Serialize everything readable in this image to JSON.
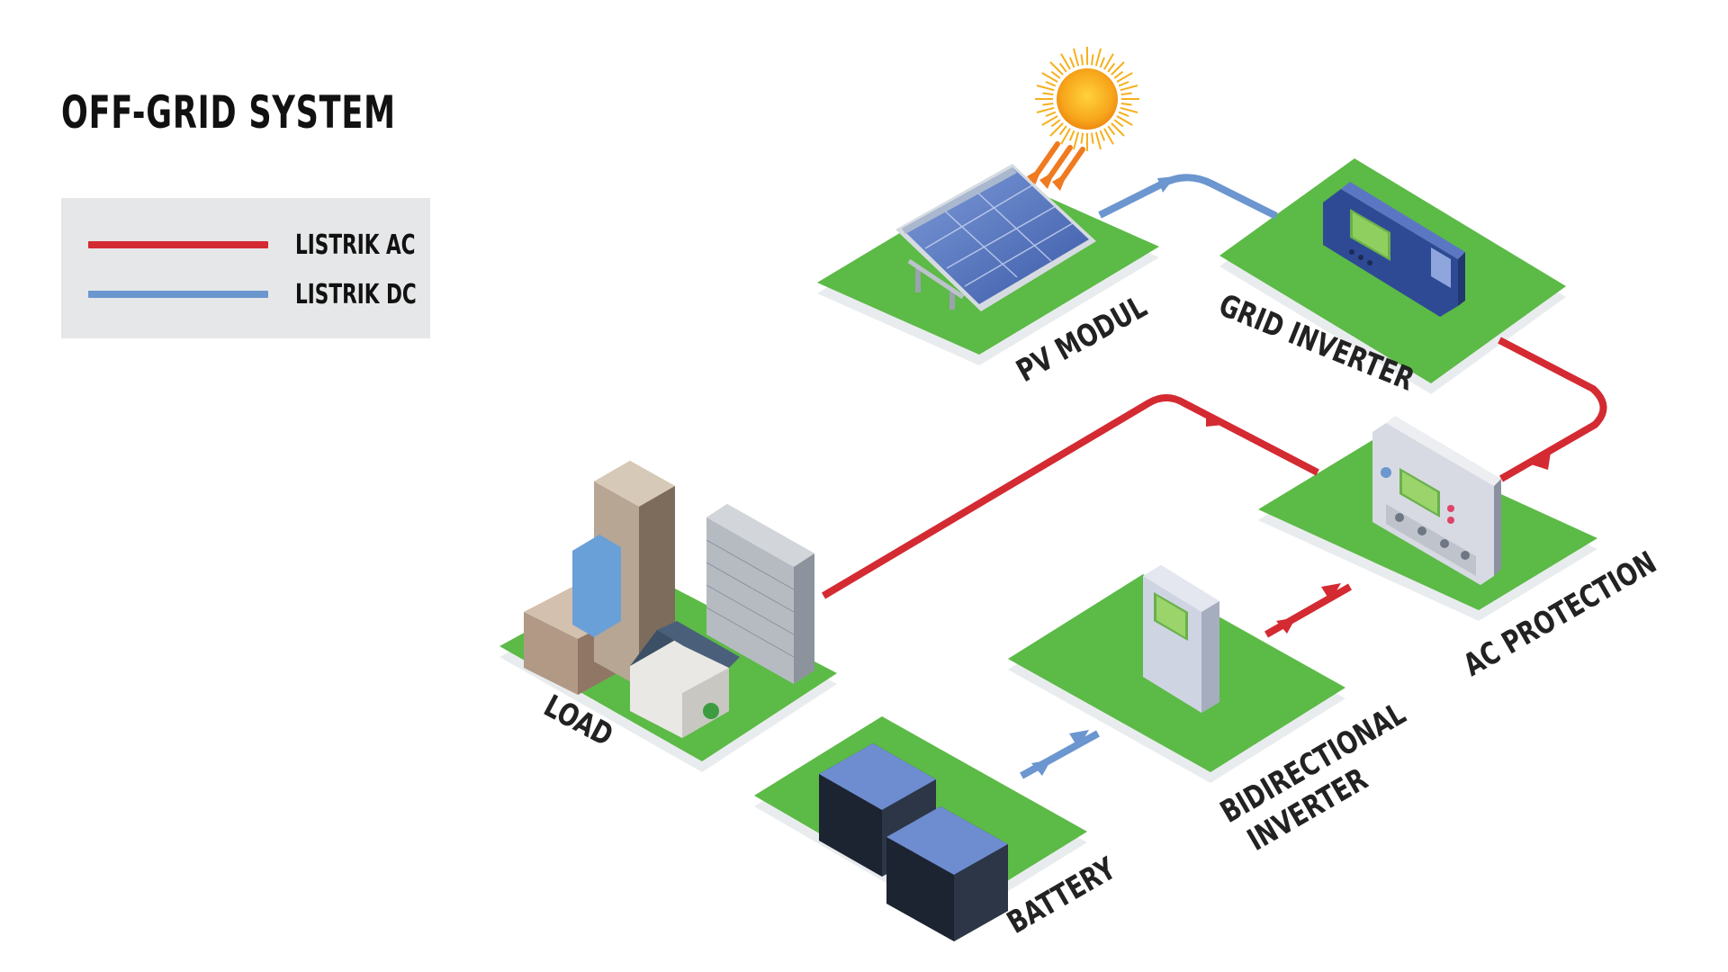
{
  "title": "OFF-GRID SYSTEM",
  "legend": [
    {
      "label": "LISTRIK AC",
      "color": "#d42a32"
    },
    {
      "label": "LISTRIK DC",
      "color": "#6b96cf"
    }
  ],
  "colors": {
    "platform_top": "#5cba47",
    "platform_side": "#e9ecee",
    "ac": "#d42a32",
    "dc": "#6b96cf"
  },
  "components": {
    "pv": "PV MODUL",
    "grid_inverter": "GRID INVERTER",
    "ac_protection": "AC PROTECTION",
    "bidirectional_1": "BIDIRECTIONAL",
    "bidirectional_2": "INVERTER",
    "load": "LOAD",
    "battery": "BATTERY"
  },
  "icons": [
    "sun-icon",
    "solar-panel-icon",
    "grid-inverter-icon",
    "ac-protection-icon",
    "bidirectional-inverter-icon",
    "battery-icon",
    "buildings-icon"
  ]
}
